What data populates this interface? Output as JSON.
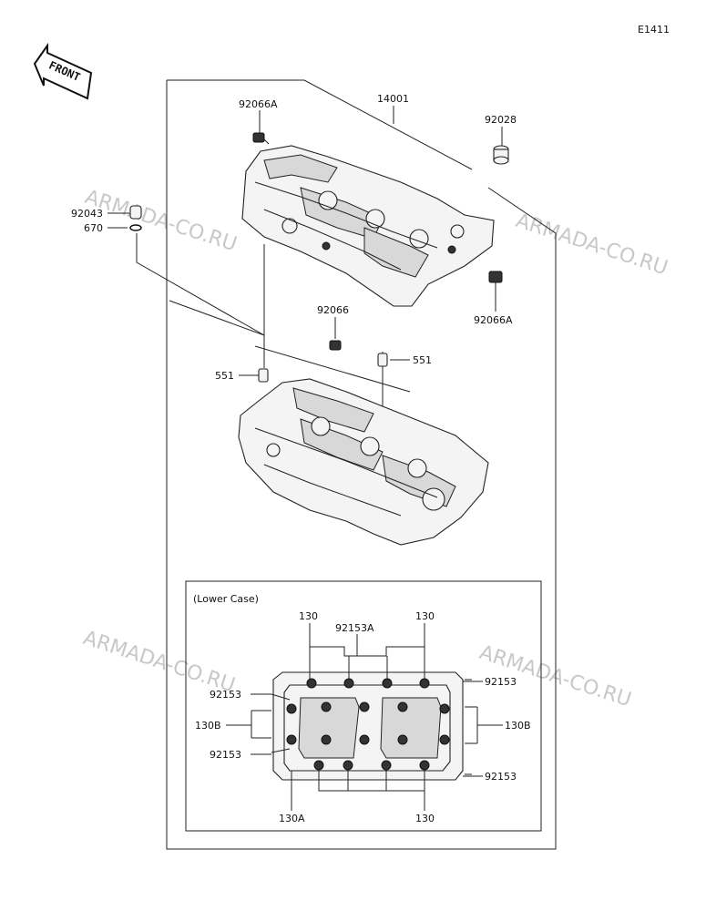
{
  "diagram_code": "E1411",
  "front_label": "FRONT",
  "inset_title": "(Lower Case)",
  "watermark": "ARMADA-CO.RU",
  "labels": {
    "p14001": "14001",
    "p92066A_top": "92066A",
    "p92028": "92028",
    "p92066A_right": "92066A",
    "p92043": "92043",
    "p670": "670",
    "p92066": "92066",
    "p551_left": "551",
    "p551_right": "551",
    "p130_tl": "130",
    "p92153A": "92153A",
    "p130_tr": "130",
    "p92153_lt": "92153",
    "p92153_rt": "92153",
    "p130B_left": "130B",
    "p130B_right": "130B",
    "p92153_lb": "92153",
    "p92153_rb": "92153",
    "p130A": "130A",
    "p130_bottom": "130"
  }
}
